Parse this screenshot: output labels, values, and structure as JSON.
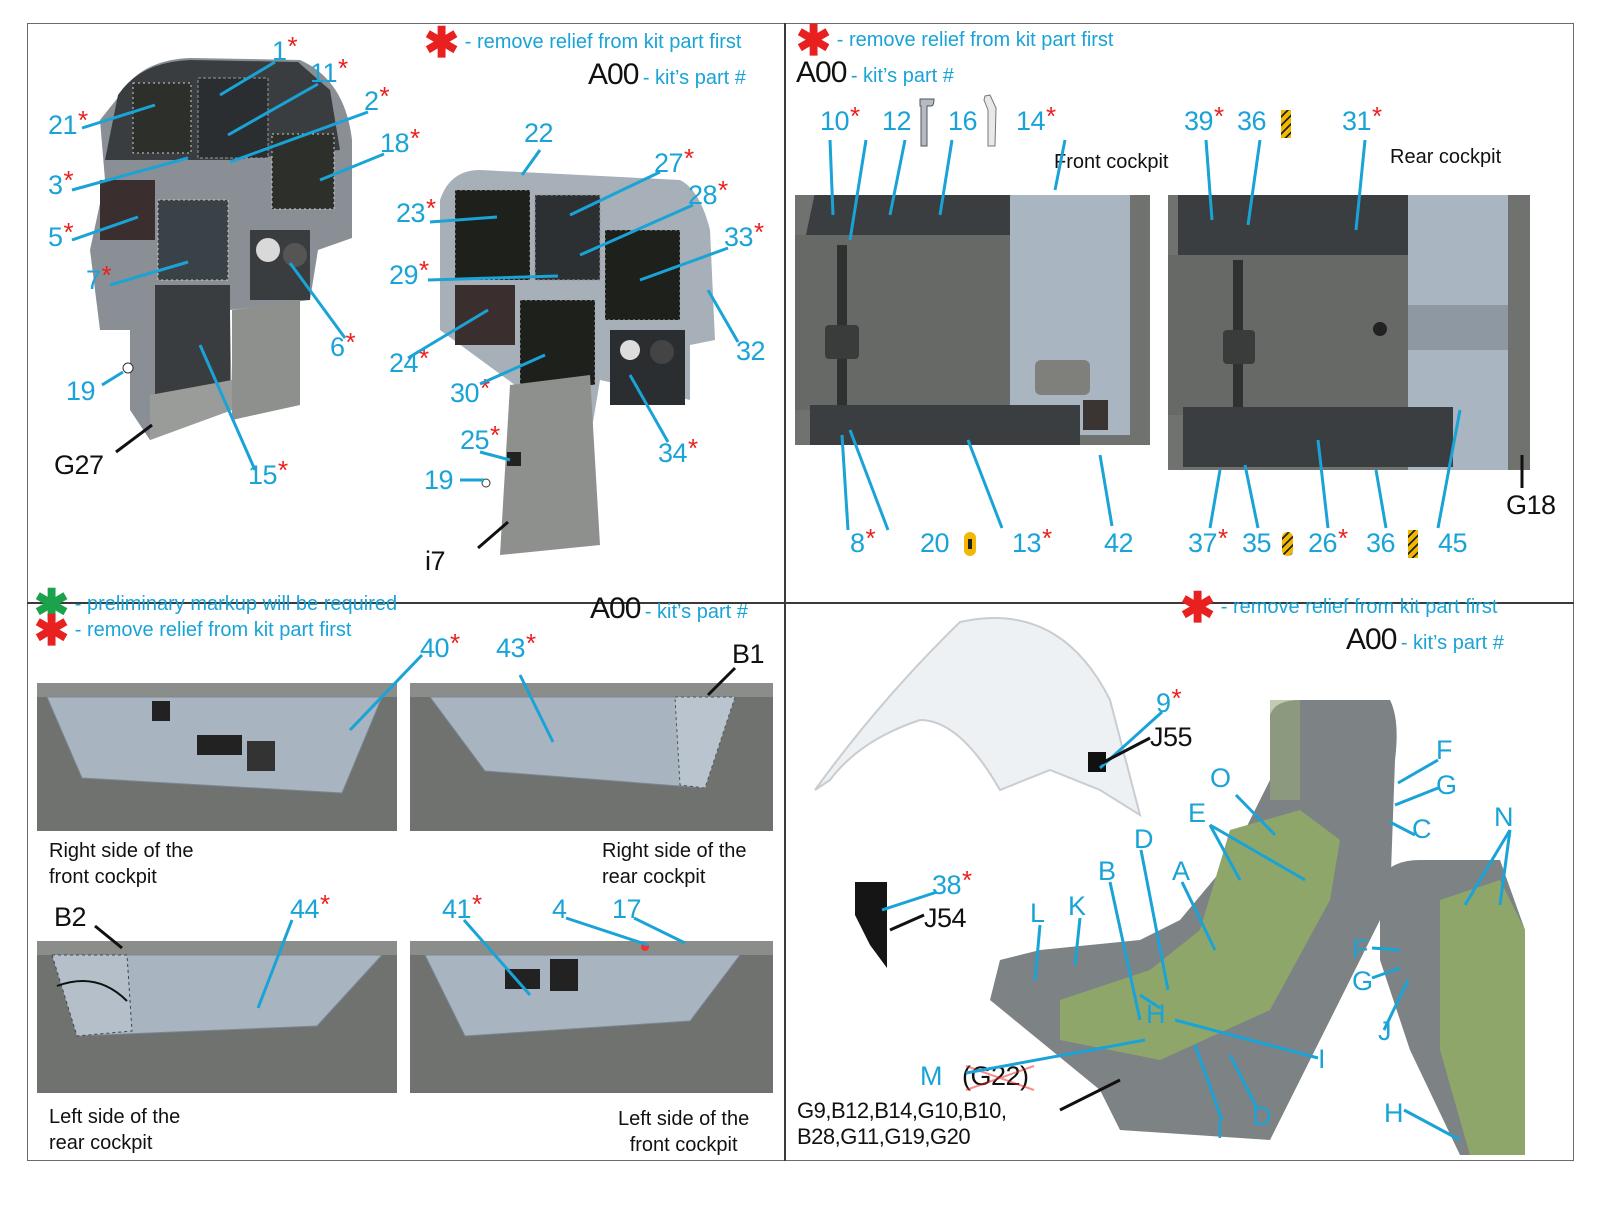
{
  "legend": {
    "red_star_text": "- remove relief from kit part first",
    "green_star_text": "- preliminary markup will be required",
    "part_code": "A00",
    "part_text": "- kit’s part #",
    "star_symbol": "✱"
  },
  "panel_top_left": {
    "labels": [
      {
        "id": "1",
        "star": true
      },
      {
        "id": "11",
        "star": true
      },
      {
        "id": "2",
        "star": true
      },
      {
        "id": "21",
        "star": true
      },
      {
        "id": "18",
        "star": true
      },
      {
        "id": "3",
        "star": true
      },
      {
        "id": "5",
        "star": true
      },
      {
        "id": "7",
        "star": true
      },
      {
        "id": "6",
        "star": true
      },
      {
        "id": "19",
        "star": false
      },
      {
        "id": "15",
        "star": true
      },
      {
        "id": "22",
        "star": false
      },
      {
        "id": "27",
        "star": true
      },
      {
        "id": "28",
        "star": true
      },
      {
        "id": "23",
        "star": true
      },
      {
        "id": "33",
        "star": true
      },
      {
        "id": "29",
        "star": true
      },
      {
        "id": "32",
        "star": false
      },
      {
        "id": "24",
        "star": true
      },
      {
        "id": "30",
        "star": true
      },
      {
        "id": "25",
        "star": true
      },
      {
        "id": "34",
        "star": true
      },
      {
        "id": "19b",
        "text": "19",
        "star": false
      }
    ],
    "kit_parts": [
      "G27",
      "i7"
    ]
  },
  "panel_top_right": {
    "captions": {
      "front": "Front cockpit",
      "rear": "Rear cockpit"
    },
    "labels_top": [
      "10",
      "12",
      "16",
      "14",
      "39",
      "36",
      "31"
    ],
    "labels_bottom": [
      "8",
      "20",
      "13",
      "42",
      "37",
      "35",
      "26",
      "36",
      "45"
    ],
    "starred": [
      "10",
      "14",
      "39",
      "31",
      "8",
      "13",
      "37",
      "26"
    ],
    "kit_parts": [
      "G18"
    ]
  },
  "panel_bottom_left": {
    "labels": [
      "40",
      "43",
      "44",
      "41",
      "4",
      "17"
    ],
    "starred": [
      "40",
      "43",
      "44",
      "41"
    ],
    "kit_parts": [
      "B1",
      "B2"
    ],
    "captions": [
      "Right side of the\nfront cockpit",
      "Right side of the\nrear cockpit",
      "Left side of the\nrear cockpit",
      "Left side of the\nfront cockpit"
    ]
  },
  "panel_bottom_right": {
    "labels": [
      "9",
      "38",
      "F",
      "G",
      "O",
      "C",
      "E",
      "N",
      "D",
      "B",
      "A",
      "L",
      "K",
      "F",
      "G",
      "H",
      "J",
      "I",
      "M",
      "I",
      "D",
      "H"
    ],
    "starred": [
      "9",
      "38"
    ],
    "kit_parts": [
      "J55",
      "J54",
      "(G22)"
    ],
    "parts_list": [
      "G9,B12,B14,G10,B10,",
      "B28,G11,G19,G20"
    ]
  },
  "colors": {
    "label_cyan": "#1aa3d6",
    "star_red": "#e8201f",
    "star_green": "#1aa34a",
    "panel_grey": "#a7b4c2",
    "tub_grey": "#6f726f",
    "seat_green": "#8fa66a"
  }
}
